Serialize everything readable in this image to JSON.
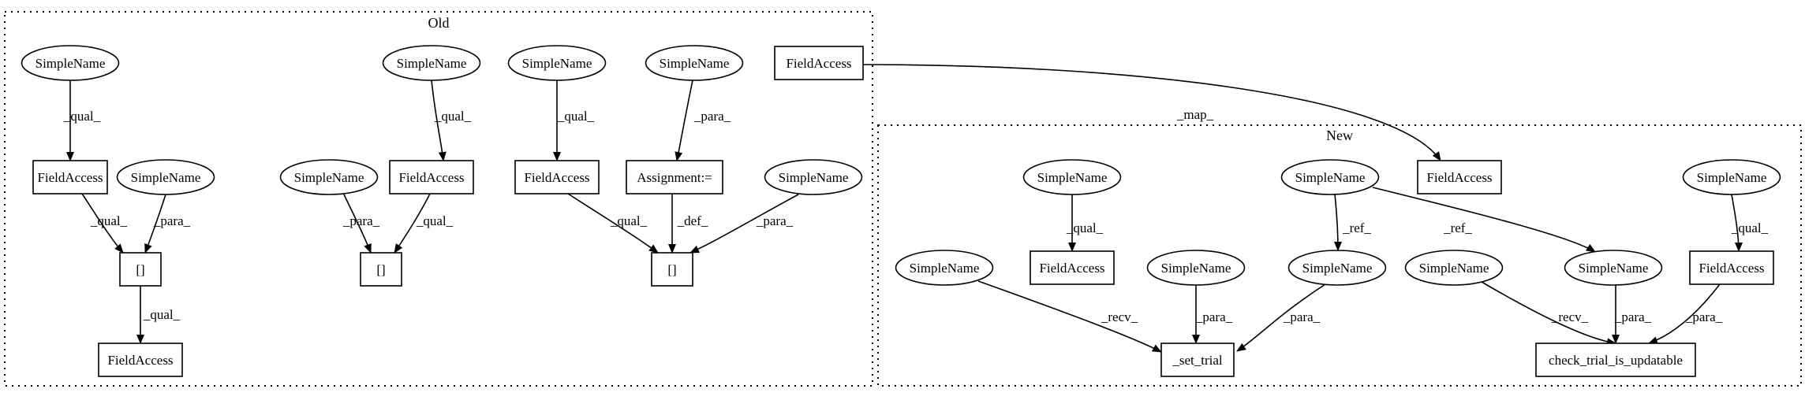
{
  "clusters": {
    "old": {
      "title": "Old"
    },
    "new": {
      "title": "New"
    }
  },
  "nodes": [
    {
      "id": "o_sn1",
      "label": "SimpleName",
      "shape": "ellipse"
    },
    {
      "id": "o_fa1",
      "label": "FieldAccess",
      "shape": "box"
    },
    {
      "id": "o_sn2",
      "label": "SimpleName",
      "shape": "ellipse"
    },
    {
      "id": "o_br1",
      "label": "[]",
      "shape": "box"
    },
    {
      "id": "o_fa_bottom",
      "label": "FieldAccess",
      "shape": "box"
    },
    {
      "id": "o_sn3",
      "label": "SimpleName",
      "shape": "ellipse"
    },
    {
      "id": "o_sn4",
      "label": "SimpleName",
      "shape": "ellipse"
    },
    {
      "id": "o_fa2",
      "label": "FieldAccess",
      "shape": "box"
    },
    {
      "id": "o_br2",
      "label": "[]",
      "shape": "box"
    },
    {
      "id": "o_sn5",
      "label": "SimpleName",
      "shape": "ellipse"
    },
    {
      "id": "o_fa3",
      "label": "FieldAccess",
      "shape": "box"
    },
    {
      "id": "o_sn6",
      "label": "SimpleName",
      "shape": "ellipse"
    },
    {
      "id": "o_assign",
      "label": "Assignment:=",
      "shape": "box"
    },
    {
      "id": "o_sn7",
      "label": "SimpleName",
      "shape": "ellipse"
    },
    {
      "id": "o_br3",
      "label": "[]",
      "shape": "box"
    },
    {
      "id": "o_fa_top",
      "label": "FieldAccess",
      "shape": "box"
    },
    {
      "id": "n_sn1",
      "label": "SimpleName",
      "shape": "ellipse"
    },
    {
      "id": "n_fa1",
      "label": "FieldAccess",
      "shape": "box"
    },
    {
      "id": "n_sn_ref",
      "label": "SimpleName",
      "shape": "ellipse"
    },
    {
      "id": "n_fa_map",
      "label": "FieldAccess",
      "shape": "box"
    },
    {
      "id": "n_sn_right",
      "label": "SimpleName",
      "shape": "ellipse"
    },
    {
      "id": "n_fa2",
      "label": "FieldAccess",
      "shape": "box"
    },
    {
      "id": "n_sn_recv1",
      "label": "SimpleName",
      "shape": "ellipse"
    },
    {
      "id": "n_sn_para1",
      "label": "SimpleName",
      "shape": "ellipse"
    },
    {
      "id": "n_sn_para2",
      "label": "SimpleName",
      "shape": "ellipse"
    },
    {
      "id": "n_set_trial",
      "label": "_set_trial",
      "shape": "box"
    },
    {
      "id": "n_sn_recv2",
      "label": "SimpleName",
      "shape": "ellipse"
    },
    {
      "id": "n_sn_para3",
      "label": "SimpleName",
      "shape": "ellipse"
    },
    {
      "id": "n_check",
      "label": "check_trial_is_updatable",
      "shape": "box"
    }
  ],
  "edges": [
    {
      "from": "o_sn1",
      "to": "o_fa1",
      "label": "_qual_"
    },
    {
      "from": "o_fa1",
      "to": "o_br1",
      "label": "_qual_"
    },
    {
      "from": "o_sn2",
      "to": "o_br1",
      "label": "_para_"
    },
    {
      "from": "o_br1",
      "to": "o_fa_bottom",
      "label": "_qual_"
    },
    {
      "from": "o_sn4",
      "to": "o_fa2",
      "label": "_qual_"
    },
    {
      "from": "o_sn3",
      "to": "o_br2",
      "label": "_para_"
    },
    {
      "from": "o_fa2",
      "to": "o_br2",
      "label": "_qual_"
    },
    {
      "from": "o_sn5",
      "to": "o_fa3",
      "label": "_qual_"
    },
    {
      "from": "o_sn6",
      "to": "o_assign",
      "label": "_para_"
    },
    {
      "from": "o_fa3",
      "to": "o_br3",
      "label": "_qual_"
    },
    {
      "from": "o_assign",
      "to": "o_br3",
      "label": "_def_"
    },
    {
      "from": "o_sn7",
      "to": "o_br3",
      "label": "_para_"
    },
    {
      "from": "o_fa_top",
      "to": "n_fa_map",
      "label": "_map_"
    },
    {
      "from": "n_sn1",
      "to": "n_fa1",
      "label": "_qual_"
    },
    {
      "from": "n_sn_ref",
      "to": "n_sn_para2",
      "label": "_ref_"
    },
    {
      "from": "n_sn_ref",
      "to": "n_sn_para3",
      "label": "_ref_"
    },
    {
      "from": "n_sn_right",
      "to": "n_fa2",
      "label": "_qual_"
    },
    {
      "from": "n_sn_recv1",
      "to": "n_set_trial",
      "label": "_recv_"
    },
    {
      "from": "n_sn_para1",
      "to": "n_set_trial",
      "label": "_para_"
    },
    {
      "from": "n_sn_para2",
      "to": "n_set_trial",
      "label": "_para_"
    },
    {
      "from": "n_sn_recv2",
      "to": "n_check",
      "label": "_recv_"
    },
    {
      "from": "n_sn_para3",
      "to": "n_check",
      "label": "_para_"
    },
    {
      "from": "n_fa2",
      "to": "n_check",
      "label": "_para_"
    }
  ]
}
